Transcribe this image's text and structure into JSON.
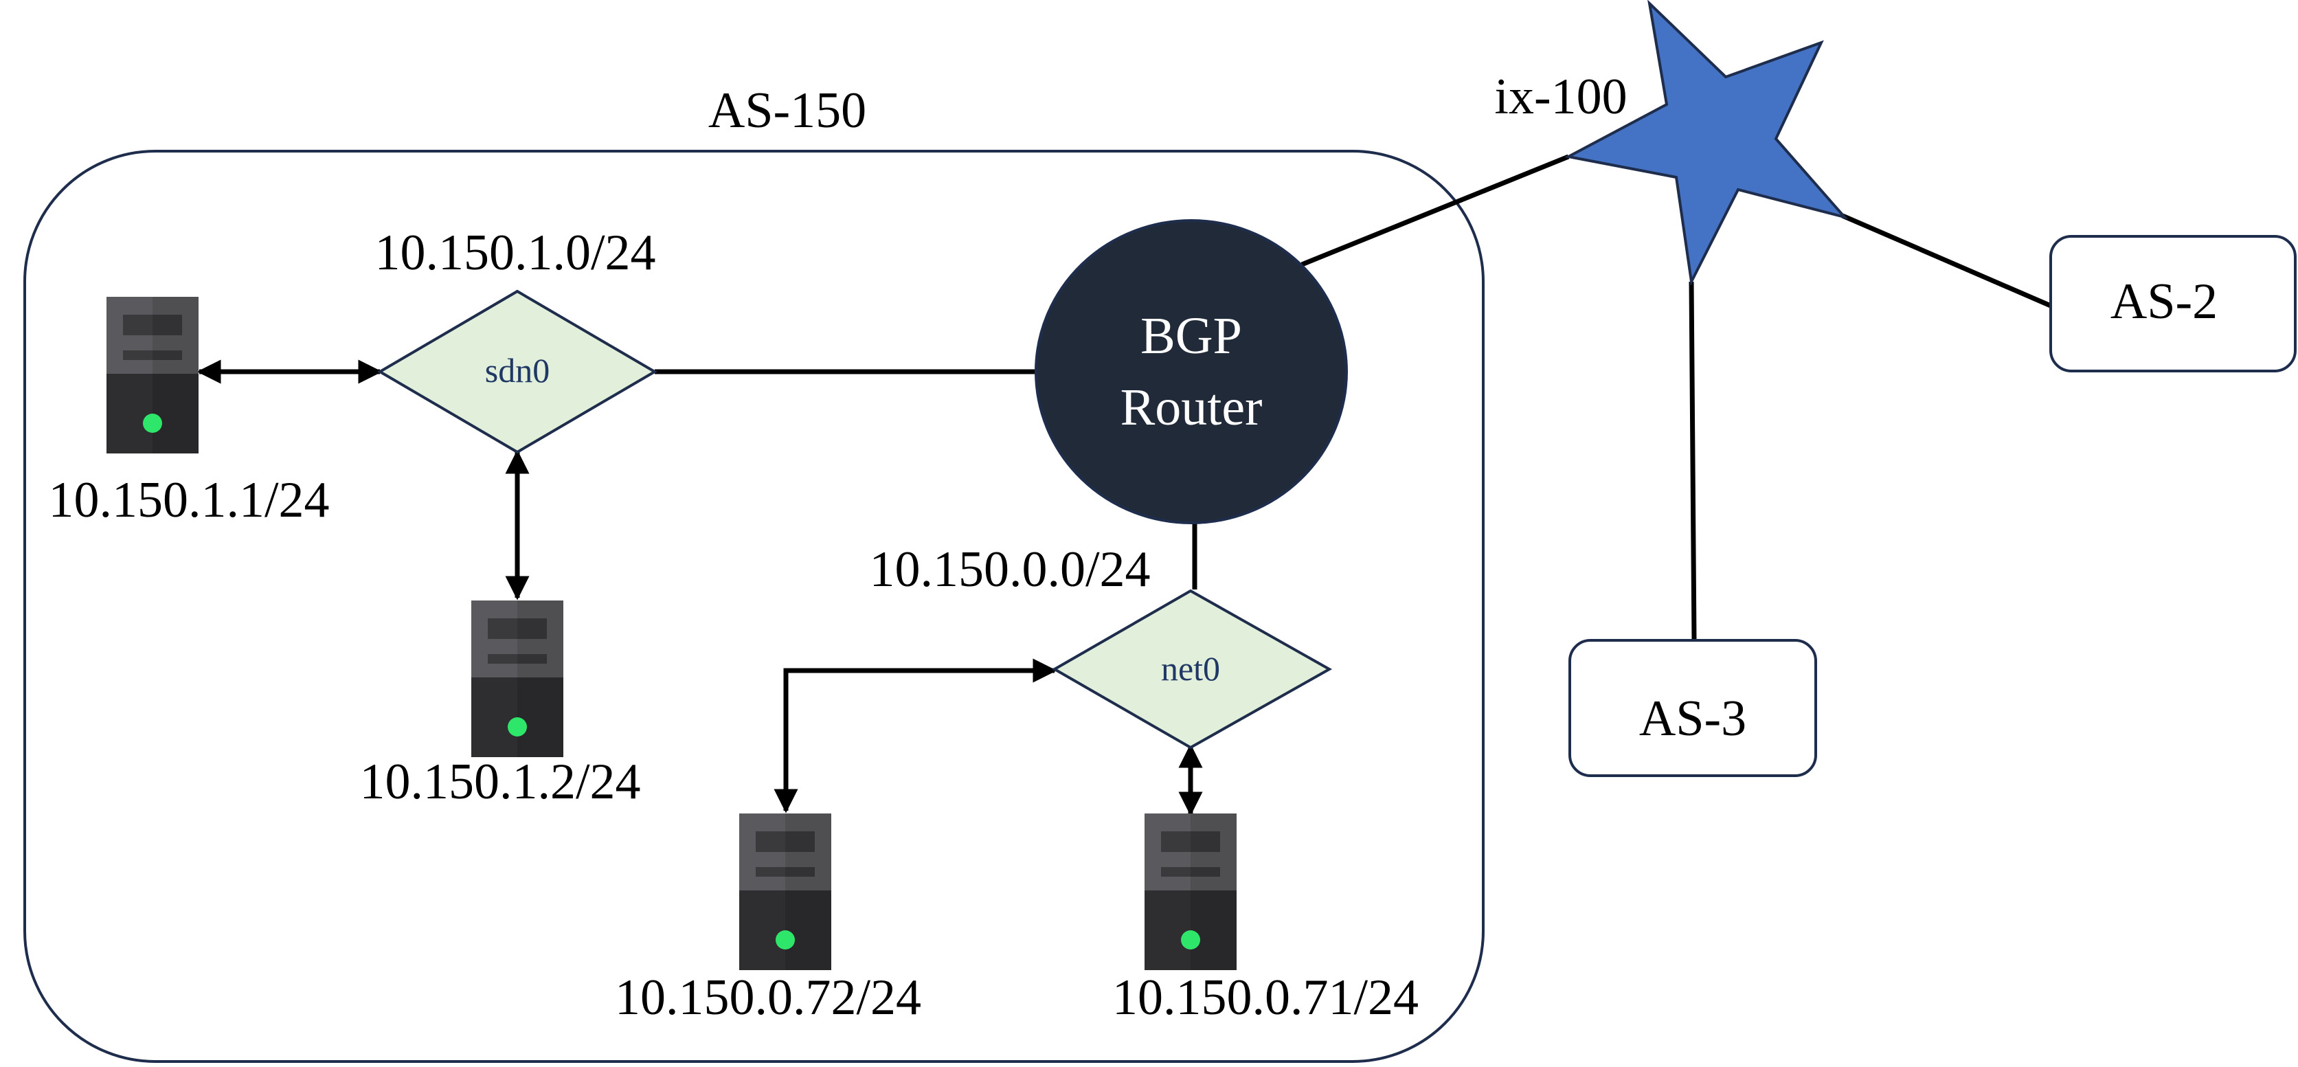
{
  "autonomous_system": {
    "label": "AS-150"
  },
  "exchange": {
    "label": "ix-100"
  },
  "router": {
    "line1": "BGP",
    "line2": "Router"
  },
  "networks": {
    "sdn0": {
      "name": "sdn0",
      "prefix": "10.150.1.0/24"
    },
    "net0": {
      "name": "net0",
      "prefix": "10.150.0.0/24"
    }
  },
  "hosts": {
    "host_1": {
      "address": "10.150.1.1/24"
    },
    "host_2": {
      "address": "10.150.1.2/24"
    },
    "host_72": {
      "address": "10.150.0.72/24"
    },
    "host_71": {
      "address": "10.150.0.71/24"
    }
  },
  "peers": {
    "as2": {
      "label": "AS-2"
    },
    "as3": {
      "label": "AS-3"
    }
  },
  "colors": {
    "outline": "#1f2d4d",
    "router_fill": "#212a38",
    "network_fill": "#e2efda",
    "network_text": "#1f3864",
    "star_fill": "#4472c4",
    "server_top": "#5a5a5e",
    "server_bottom": "#2e2e30",
    "server_led": "#2ee66a"
  }
}
